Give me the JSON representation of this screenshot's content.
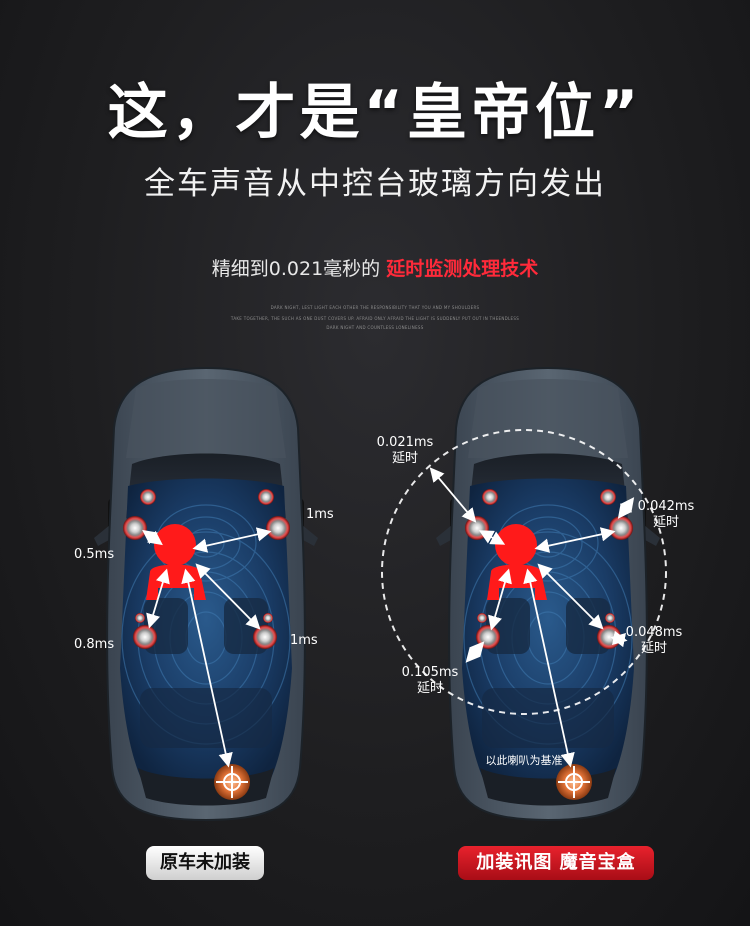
{
  "headline": "这，才是“皇帝位”",
  "subheadline": "全车声音从中控台玻璃方向发出",
  "tagline": {
    "prefix": "精细到0.021毫秒的",
    "highlight": "延时监测处理技术"
  },
  "fine_print": [
    "DARK NIGHT, LEST LIGHT EACH OTHER THE RESPONSIBILITY THAT YOU AND MY SHOULDERS",
    "TAKE TOGETHER, THE SUCH AS ONE DUST COVERS UP. AFRAID ONLY AFRAID THE LIGHT IS SUDDENLY PUT OUT IN THEENDLESS",
    "DARK NIGHT AND COUNTLESS LONELINESS"
  ],
  "left_car": {
    "labels": {
      "top_right": "1ms",
      "mid_left": "0.5ms",
      "low_left": "0.8ms",
      "low_right": "1ms"
    },
    "button": "原车未加装"
  },
  "right_car": {
    "labels": {
      "top_left": "0.021ms",
      "top_left_sub": "延时",
      "top_right": "0.042ms",
      "top_right_sub": "延时",
      "low_right": "0.048ms",
      "low_right_sub": "延时",
      "low_left": "0.105ms",
      "low_left_sub": "延时",
      "reference": "以此喇叭为基准"
    },
    "button": "加装讯图  魔音宝盒"
  },
  "colors": {
    "accent_red": "#ff2a3a",
    "button_red": "#d51a24",
    "speaker_ring": "#e84b4b",
    "subwoofer": "#e8773a"
  }
}
